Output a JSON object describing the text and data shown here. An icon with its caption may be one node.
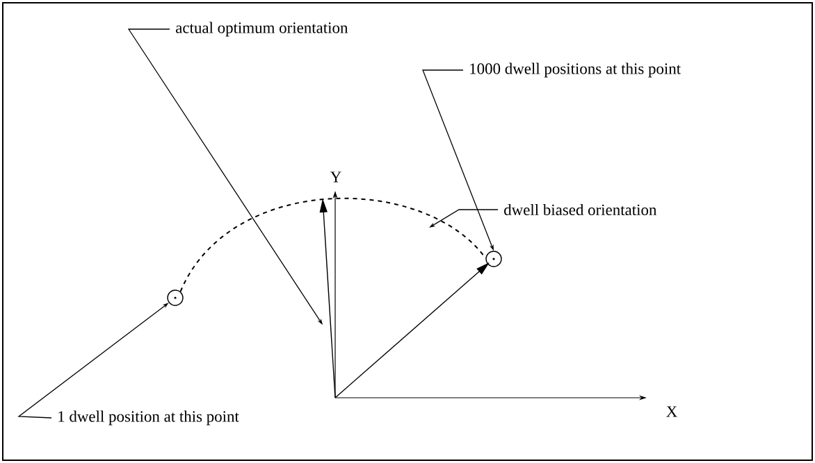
{
  "diagram": {
    "nodes": [
      {
        "text": [
          "actual optimum orientation"
        ]
      },
      {
        "text": [
          "1000 dwell positions at this point"
        ]
      },
      {
        "text": [
          "dwell biased orientation"
        ]
      },
      {
        "text": [
          "1 dwell position at this point"
        ]
      },
      {
        "text": [],
        "shape": "circle"
      },
      {
        "text": [],
        "shape": "circle"
      }
    ],
    "edges": [
      {
        "from": 0,
        "to": null,
        "arrow": "to"
      },
      {
        "from": 1,
        "to": 5,
        "arrow": "to"
      },
      {
        "from": 2,
        "to": null,
        "arrow": "to"
      },
      {
        "from": 3,
        "to": 4,
        "arrow": "to"
      },
      {
        "from": 4,
        "to": 5,
        "arrow": "none",
        "style": "dashed"
      }
    ],
    "labels": [
      "Y",
      "X"
    ]
  }
}
